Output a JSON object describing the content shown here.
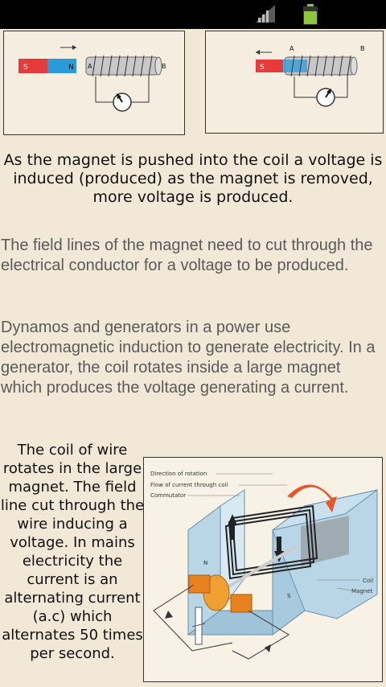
{
  "fig1": {
    "label_s": "S",
    "label_n": "N",
    "label_a": "A",
    "label_b": "B"
  },
  "fig2": {
    "label_s": "S",
    "label_a": "A",
    "label_b": "B"
  },
  "caption": "As the magnet is pushed into the coil a voltage is induced (produced) as the magnet is removed, more voltage is produced.",
  "paragraphs": [
    "The field lines of the magnet need to cut through the electrical conductor for a voltage to be produced.",
    "Dynamos and generators in a power use electromagnetic induction to generate electricity. In a generator, the coil rotates inside a large magnet which produces the voltage generating a current."
  ],
  "side_text": "The coil of wire rotates in the large magnet. The field line cut through the wire inducing a voltage. In mains electricity the current is an alternating current (a.c) which alternates 50 times per second.",
  "fig3": {
    "label_rotation": "Direction of rotation",
    "label_flow": "Flow of current through coil",
    "label_commutator": "Commutator",
    "label_coil": "Coil",
    "label_magnet": "Magnet",
    "label_n": "N",
    "label_s": "S"
  }
}
